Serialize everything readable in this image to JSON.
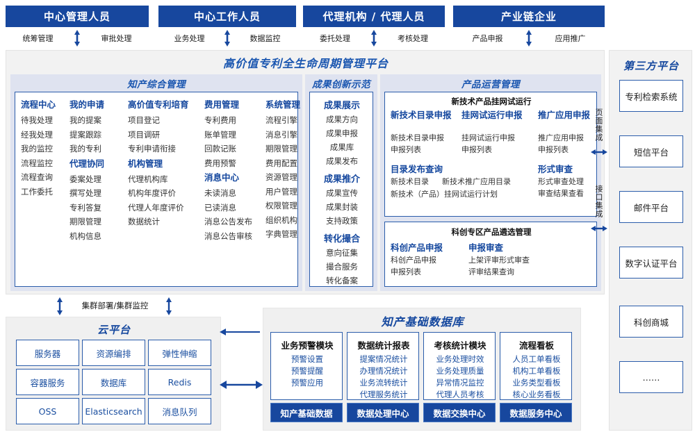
{
  "actors": [
    {
      "title": "中心管理人员",
      "left": "统筹管理",
      "right": "审批处理"
    },
    {
      "title": "中心工作人员",
      "left": "业务处理",
      "right": "数据监控"
    },
    {
      "title": "代理机构 / 代理人员",
      "left": "委托处理",
      "right": "考核处理"
    },
    {
      "title": "产业链企业",
      "left": "产品申报",
      "right": "应用推广"
    }
  ],
  "platform": {
    "title": "高价值专利全生命周期管理平台",
    "panels": {
      "zhichan": {
        "title": "知产综合管理",
        "columns": [
          {
            "groups": [
              {
                "head": "流程中心",
                "items": [
                  "待我处理",
                  "经我处理",
                  "我的监控",
                  "流程监控",
                  "流程查询",
                  "工作委托"
                ]
              }
            ]
          },
          {
            "groups": [
              {
                "head": "我的申请",
                "items": [
                  "我的提案",
                  "提案跟踪",
                  "我的专利"
                ]
              },
              {
                "head": "代理协同",
                "items": [
                  "委案处理",
                  "撰写处理",
                  "专利答复",
                  "期限管理",
                  "机构信息"
                ]
              }
            ]
          },
          {
            "groups": [
              {
                "head": "高价值专利培育",
                "items": [
                  "项目登记",
                  "项目调研",
                  "专利申请衔接"
                ]
              },
              {
                "head": "机构管理",
                "items": [
                  "代理机构库",
                  "机构年度评价",
                  "代理人年度评价",
                  "数据统计"
                ]
              }
            ]
          },
          {
            "groups": [
              {
                "head": "费用管理",
                "items": [
                  "专利费用",
                  "账单管理",
                  "回款记账",
                  "费用预警"
                ]
              },
              {
                "head": "消息中心",
                "items": [
                  "未读消息",
                  "已读消息",
                  "消息公告发布",
                  "消息公告审核"
                ]
              }
            ]
          },
          {
            "groups": [
              {
                "head": "系统管理",
                "items": [
                  "流程引擎",
                  "消息引擎",
                  "期限管理",
                  "费用配置",
                  "资源管理",
                  "用户管理",
                  "权限管理",
                  "组织机构",
                  "字典管理"
                ]
              }
            ]
          }
        ]
      },
      "chengguo": {
        "title": "成果创新示范",
        "groups": [
          {
            "head": "成果展示",
            "items": [
              "成果方向",
              "成果申报",
              "成果库",
              "成果发布"
            ]
          },
          {
            "head": "成果推介",
            "items": [
              "成果宣传",
              "成果封装",
              "支持政策"
            ]
          },
          {
            "head": "转化撮合",
            "items": [
              "意向征集",
              "撮合服务",
              "转化备案"
            ]
          }
        ]
      },
      "chanpin": {
        "title": "产品运营管理",
        "sub1": {
          "head": "新技术产品挂网试运行",
          "row1": [
            {
              "head": "新技术目录申报",
              "items": [
                "新技术目录申报",
                "申报列表"
              ]
            },
            {
              "head": "挂网试运行申报",
              "items": [
                "挂网试运行申报",
                "申报列表"
              ]
            },
            {
              "head": "推广应用申报",
              "items": [
                "推广应用申报",
                "申报列表"
              ]
            }
          ],
          "row2_left": {
            "head": "目录发布查询",
            "line1a": "新技术目录",
            "line1b": "新技术推广应用目录",
            "line2": "新技术（产品）挂网试运行计划"
          },
          "row2_right": {
            "head": "形式审查",
            "items": [
              "形式审查处理",
              "审查结果查看"
            ]
          }
        },
        "sub2": {
          "head": "科创专区产品遴选管理",
          "cols": [
            {
              "head": "科创产品申报",
              "items": [
                "科创产品申报",
                "申报列表"
              ]
            },
            {
              "head": "申报审查",
              "items": [
                "上架评审形式审查",
                "评审结果查询"
              ]
            }
          ]
        }
      }
    }
  },
  "integration": {
    "page": "页面集成",
    "api": "接口集成"
  },
  "thirdparty": {
    "title": "第三方平台",
    "items": [
      "专利检索系统",
      "短信平台",
      "邮件平台",
      "数字认证平台",
      "科创商城",
      "……"
    ]
  },
  "cluster_label": "集群部署/集群监控",
  "cloud": {
    "title": "云平台",
    "cells": [
      "服务器",
      "资源编排",
      "弹性伸缩",
      "容器服务",
      "数据库",
      "Redis",
      "OSS",
      "Elasticsearch",
      "消息队列"
    ]
  },
  "database": {
    "title": "知产基础数据库",
    "columns": [
      {
        "head": "业务预警模块",
        "items": [
          "预警设置",
          "预警提醒",
          "预警应用"
        ],
        "foot": "知产基础数据"
      },
      {
        "head": "数据统计报表",
        "items": [
          "提案情况统计",
          "办理情况统计",
          "业务流转统计",
          "代理服务统计"
        ],
        "foot": "数据处理中心"
      },
      {
        "head": "考核统计模块",
        "items": [
          "业务处理时效",
          "业务处理质量",
          "异常情况监控",
          "代理人员考核"
        ],
        "foot": "数据交换中心"
      },
      {
        "head": "流程看板",
        "items": [
          "人员工单看板",
          "机构工单看板",
          "业务类型看板",
          "核心业务看板"
        ],
        "foot": "数据服务中心"
      }
    ]
  },
  "colors": {
    "brand_dark": "#17479e",
    "brand": "#1a56b0",
    "panel_bg": "#dfe3f0",
    "container_bg": "#f2f2f2"
  }
}
